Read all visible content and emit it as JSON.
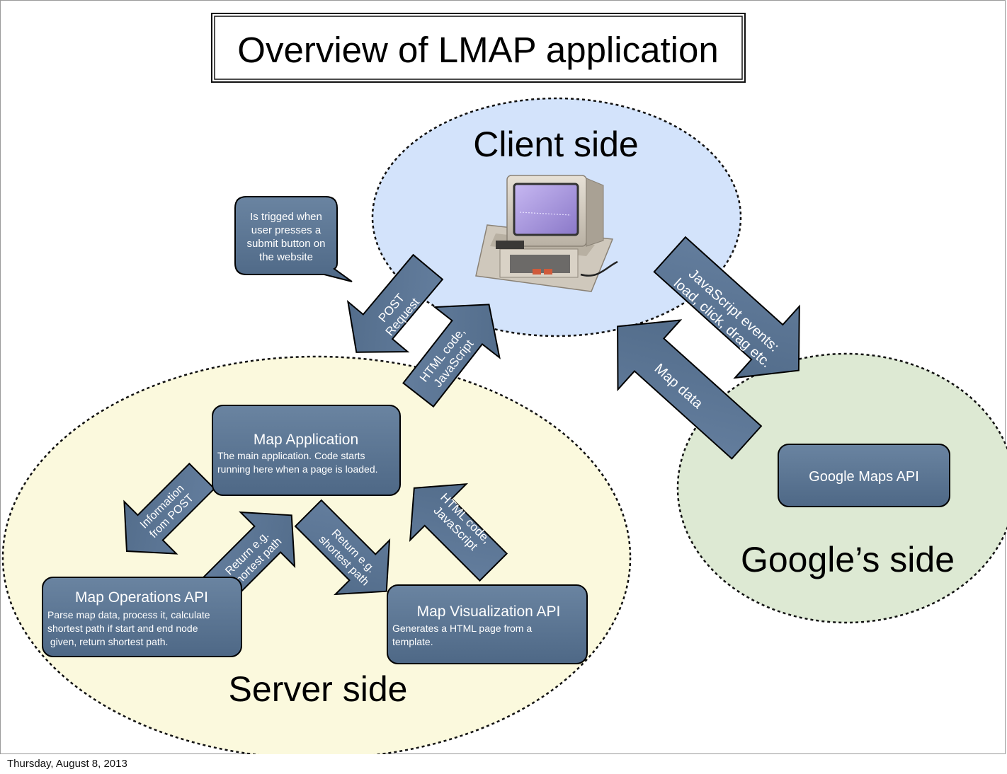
{
  "title": "Overview of LMAP application",
  "regions": {
    "client": "Client side",
    "server": "Server side",
    "google": "Google’s side"
  },
  "callout": [
    "Is trigged when",
    "user presses a",
    "submit button on",
    "the website"
  ],
  "boxes": {
    "map_application": {
      "title": "Map Application",
      "lines": [
        "The main application. Code starts",
        "running here when a page is loaded."
      ]
    },
    "map_operations": {
      "title": "Map Operations API",
      "lines": [
        "Parse map data, process it, calculate",
        "shortest path if start and end node",
        " given, return shortest path."
      ]
    },
    "map_visualization": {
      "title": "Map Visualization API",
      "lines": [
        "Generates a HTML page from a",
        "template."
      ]
    },
    "google_maps": {
      "title": "Google Maps API"
    }
  },
  "arrows": {
    "post_request": [
      "POST",
      "Request"
    ],
    "html_js_client": [
      "HTML code,",
      "JavaScript"
    ],
    "js_events": [
      "JavaScript events:",
      "load, click, drag etc."
    ],
    "map_data": [
      "Map data"
    ],
    "info_from_post": [
      "Information",
      "from POST"
    ],
    "return_left": [
      "Return e.g.",
      "shortest path"
    ],
    "return_right": [
      "Return e.g.",
      "shortest path"
    ],
    "html_js_server": [
      "HTML code,",
      "JavaScript"
    ]
  },
  "footer": "Thursday, August 8, 2013",
  "colors": {
    "client_fill": "#d3e3fb",
    "server_fill": "#fbf9dd",
    "google_fill": "#dde9d3",
    "box_fill": "#5a7492",
    "box_text": "#ffffff"
  }
}
